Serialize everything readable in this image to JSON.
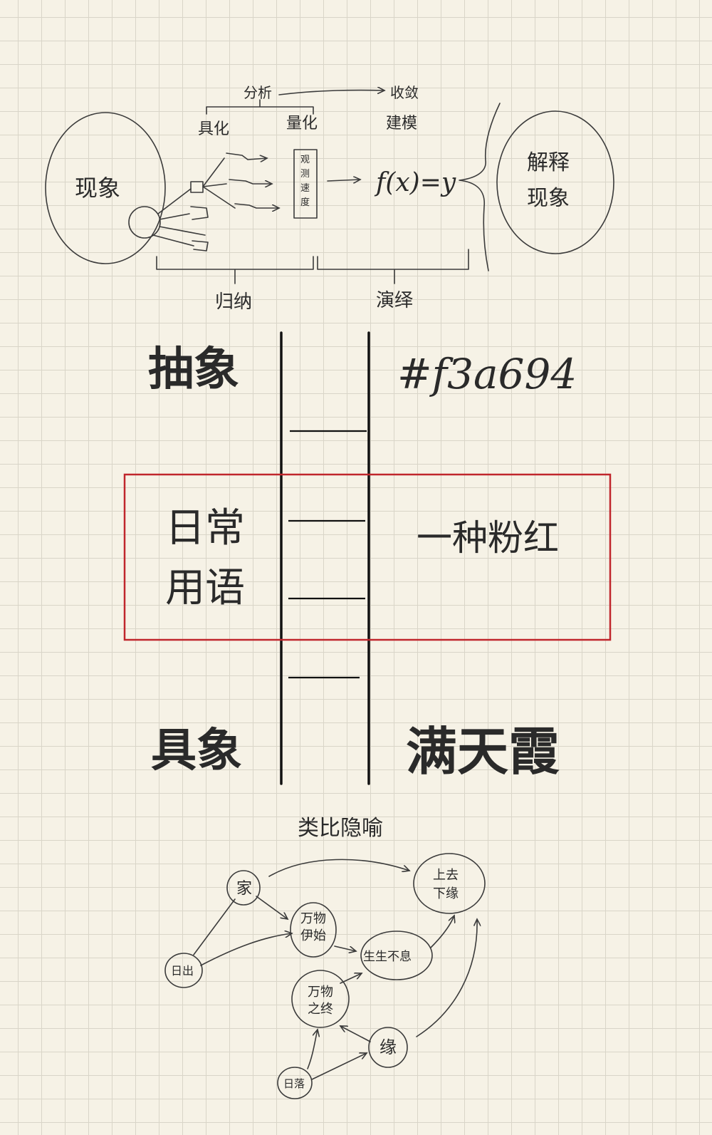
{
  "top_diagram": {
    "left_circle_label": "现象",
    "right_circle_label": "解释现象",
    "analysis_label": "分析",
    "convergence_label": "收敛",
    "concretize_label": "具化",
    "quantify_label": "量化",
    "modeling_label": "建模",
    "measure_box_text": "观测速度",
    "formula": "f(x)=y",
    "induction_label": "归纳",
    "deduction_label": "演绎"
  },
  "ladder": {
    "abstract_label": "抽象",
    "hex_code": "#f3a694",
    "daily_label": "日常\n用语",
    "pink_label": "一种粉红",
    "concrete_label": "具象",
    "concrete_value": "满天霞"
  },
  "bottom_diagram": {
    "title": "类比隐喻",
    "nodes": {
      "sunrise": "日出",
      "home": "家",
      "begin": "万物\n伊始",
      "life": "生生不息",
      "end": "万物\n之终",
      "sunset": "日落",
      "bond": "缘",
      "cosmos": "上去\n下缘"
    }
  },
  "colors": {
    "ink": "#111111",
    "highlight_box": "#c0262c",
    "paper": "#f6f2e6",
    "grid": "#d9d5c8"
  }
}
